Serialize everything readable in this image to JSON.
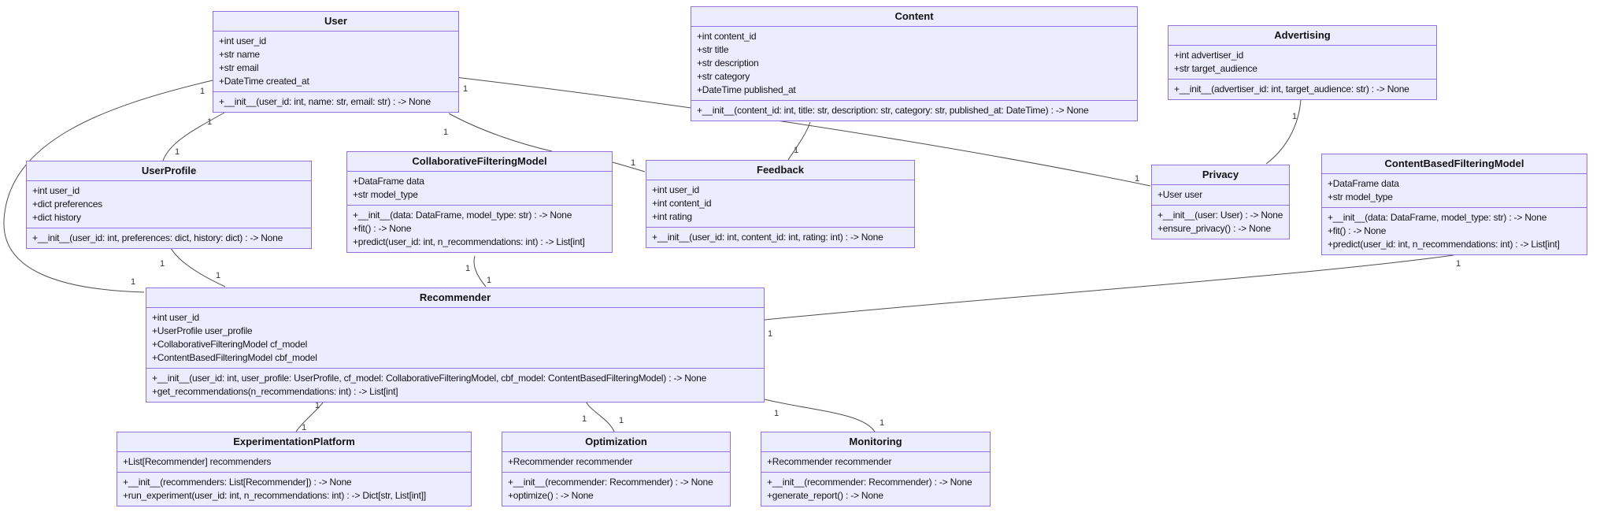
{
  "diagram": {
    "classes": {
      "user": {
        "title": "User",
        "attributes": [
          "+int user_id",
          "+str name",
          "+str email",
          "+DateTime created_at"
        ],
        "methods": [
          "+__init__(user_id: int, name: str, email: str) : -> None"
        ]
      },
      "content": {
        "title": "Content",
        "attributes": [
          "+int content_id",
          "+str title",
          "+str description",
          "+str category",
          "+DateTime published_at"
        ],
        "methods": [
          "+__init__(content_id: int, title: str, description: str, category: str, published_at: DateTime) : -> None"
        ]
      },
      "advertising": {
        "title": "Advertising",
        "attributes": [
          "+int advertiser_id",
          "+str target_audience"
        ],
        "methods": [
          "+__init__(advertiser_id: int, target_audience: str) : -> None"
        ]
      },
      "user_profile": {
        "title": "UserProfile",
        "attributes": [
          "+int user_id",
          "+dict preferences",
          "+dict history"
        ],
        "methods": [
          "+__init__(user_id: int, preferences: dict, history: dict) : -> None"
        ]
      },
      "collaborative_filtering_model": {
        "title": "CollaborativeFilteringModel",
        "attributes": [
          "+DataFrame data",
          "+str model_type"
        ],
        "methods": [
          "+__init__(data: DataFrame, model_type: str) : -> None",
          "+fit() : -> None",
          "+predict(user_id: int, n_recommendations: int) : -> List[int]"
        ]
      },
      "feedback": {
        "title": "Feedback",
        "attributes": [
          "+int user_id",
          "+int content_id",
          "+int rating"
        ],
        "methods": [
          "+__init__(user_id: int, content_id: int, rating: int) : -> None"
        ]
      },
      "privacy": {
        "title": "Privacy",
        "attributes": [
          "+User user"
        ],
        "methods": [
          "+__init__(user: User) : -> None",
          "+ensure_privacy() : -> None"
        ]
      },
      "content_based_filtering_model": {
        "title": "ContentBasedFilteringModel",
        "attributes": [
          "+DataFrame data",
          "+str model_type"
        ],
        "methods": [
          "+__init__(data: DataFrame, model_type: str) : -> None",
          "+fit() : -> None",
          "+predict(user_id: int, n_recommendations: int) : -> List[int]"
        ]
      },
      "recommender": {
        "title": "Recommender",
        "attributes": [
          "+int user_id",
          "+UserProfile user_profile",
          "+CollaborativeFilteringModel cf_model",
          "+ContentBasedFilteringModel cbf_model"
        ],
        "methods": [
          "+__init__(user_id: int, user_profile: UserProfile, cf_model: CollaborativeFilteringModel, cbf_model: ContentBasedFilteringModel) : -> None",
          "+get_recommendations(n_recommendations: int) : -> List[int]"
        ]
      },
      "experimentation_platform": {
        "title": "ExperimentationPlatform",
        "attributes": [
          "+List[Recommender] recommenders"
        ],
        "methods": [
          "+__init__(recommenders: List[Recommender]) : -> None",
          "+run_experiment(user_id: int, n_recommendations: int) : -> Dict[str, List[int]]"
        ]
      },
      "optimization": {
        "title": "Optimization",
        "attributes": [
          "+Recommender recommender"
        ],
        "methods": [
          "+__init__(recommender: Recommender) : -> None",
          "+optimize() : -> None"
        ]
      },
      "monitoring": {
        "title": "Monitoring",
        "attributes": [
          "+Recommender recommender"
        ],
        "methods": [
          "+__init__(recommender: Recommender) : -> None",
          "+generate_report() : -> None"
        ]
      }
    },
    "edges": [
      {
        "from": "User",
        "to": "UserProfile",
        "labels": [
          "1",
          "1"
        ]
      },
      {
        "from": "User",
        "to": "Recommender",
        "labels": [
          "1",
          "1"
        ]
      },
      {
        "from": "User",
        "to": "CollaborativeFilteringModel",
        "labels": [
          "1"
        ]
      },
      {
        "from": "User",
        "to": "Privacy",
        "labels": [
          "1",
          "1"
        ]
      },
      {
        "from": "Content",
        "to": "Feedback",
        "labels": [
          "1"
        ]
      },
      {
        "from": "Advertising",
        "to": "Privacy",
        "labels": [
          "1"
        ]
      },
      {
        "from": "CollaborativeFilteringModel",
        "to": "Feedback",
        "labels": [
          "1"
        ]
      },
      {
        "from": "UserProfile",
        "to": "Recommender",
        "labels": [
          "1",
          "1"
        ]
      },
      {
        "from": "CollaborativeFilteringModel",
        "to": "Recommender",
        "labels": [
          "1",
          "1"
        ]
      },
      {
        "from": "ContentBasedFilteringModel",
        "to": "Recommender",
        "labels": [
          "1",
          "1"
        ]
      },
      {
        "from": "Recommender",
        "to": "ExperimentationPlatform",
        "labels": [
          "1",
          "1"
        ]
      },
      {
        "from": "Recommender",
        "to": "Optimization",
        "labels": [
          "1",
          "1"
        ]
      },
      {
        "from": "Recommender",
        "to": "Monitoring",
        "labels": [
          "1",
          "1"
        ]
      }
    ],
    "colors": {
      "node_fill": "#ECECFF",
      "node_border": "#9370DB",
      "edge": "#4d4d4d"
    }
  }
}
